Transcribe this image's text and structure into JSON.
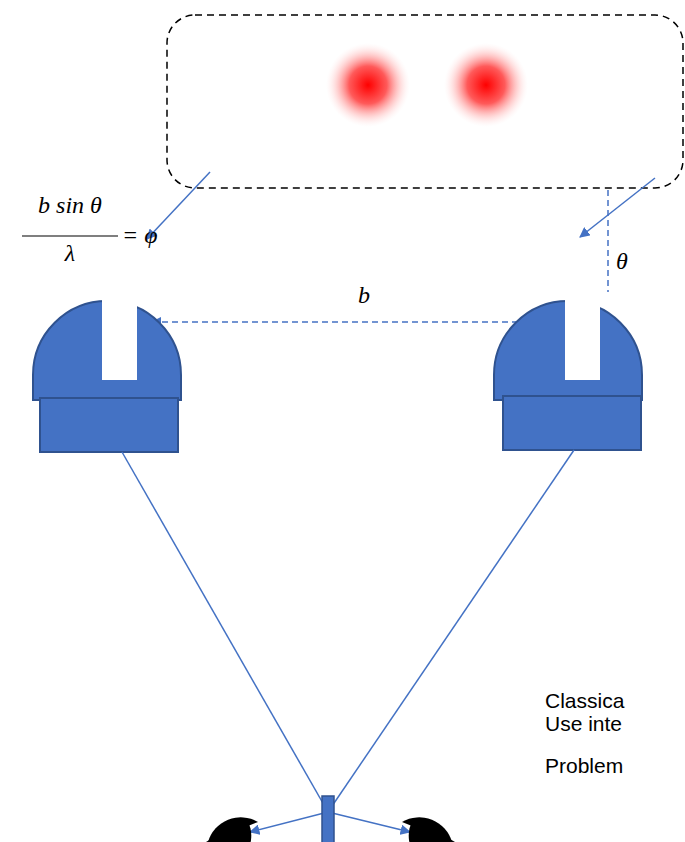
{
  "diagram": {
    "labels": [
      "b sin θ",
      "λ",
      "= φ",
      "θ",
      "b",
      "Classica",
      "Use inte",
      "Problem"
    ]
  }
}
